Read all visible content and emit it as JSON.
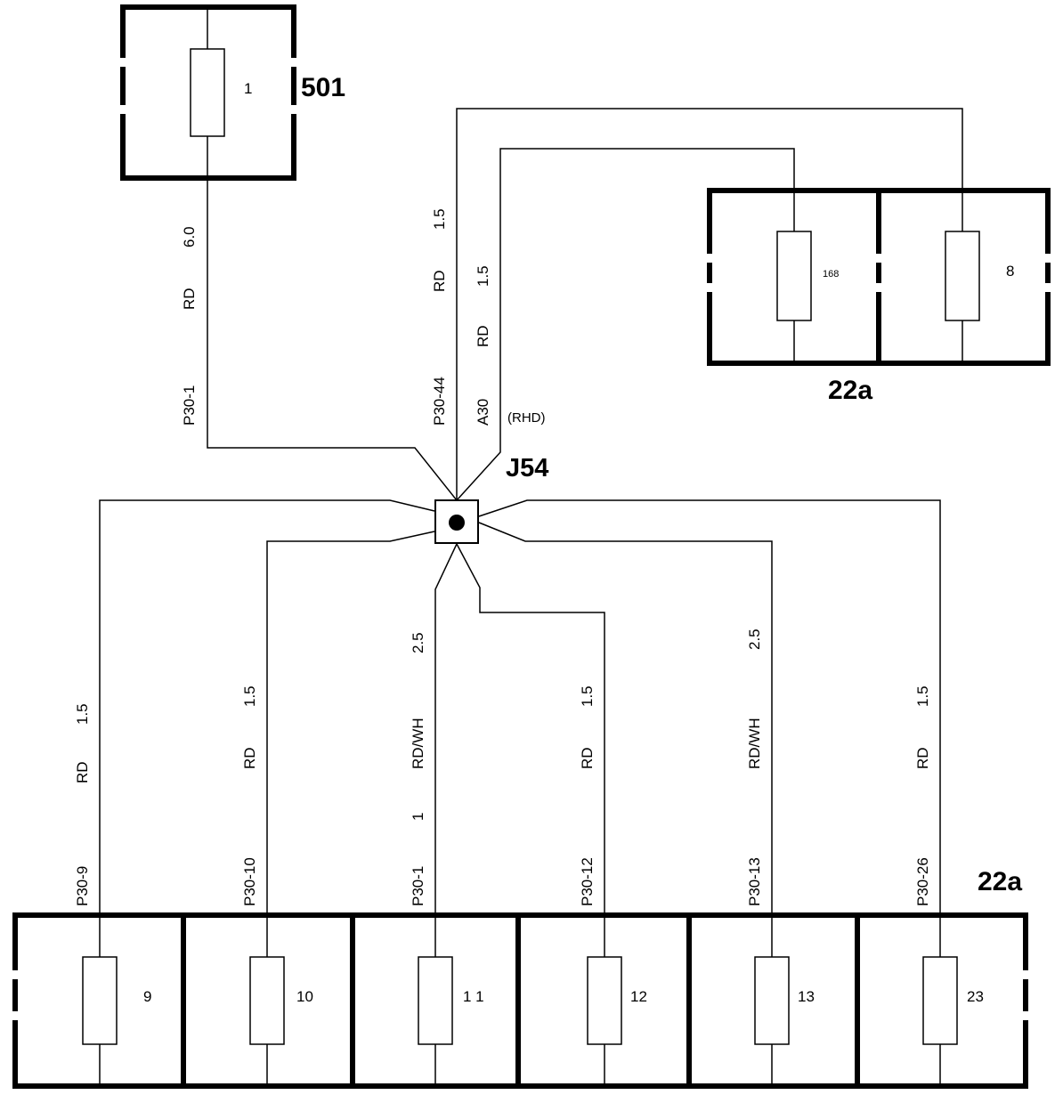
{
  "fuse_boxes": {
    "top_left": {
      "label": "501",
      "fuses": [
        "1"
      ]
    },
    "top_right": {
      "label": "22a",
      "fuses": [
        "168",
        "8"
      ]
    },
    "bottom": {
      "label": "22a",
      "fuses": [
        "9",
        "10",
        "1 1",
        "12",
        "13",
        "23"
      ]
    }
  },
  "splice": {
    "label": "J54"
  },
  "wires": {
    "w501": {
      "circuit": "P30-1",
      "color": "RD",
      "size": "6.0"
    },
    "w8": {
      "circuit": "P30-44",
      "color": "RD",
      "size": "1.5"
    },
    "w168": {
      "circuit": "A30",
      "color": "RD",
      "size": "1.5",
      "note": "(RHD)"
    },
    "w9": {
      "circuit": "P30-9",
      "color": "RD",
      "size": "1.5"
    },
    "w10": {
      "circuit": "P30-10",
      "color": "RD",
      "size": "1.5"
    },
    "w11": {
      "circuit": "P30-1",
      "extra": "1",
      "color": "RD/WH",
      "size": "2.5"
    },
    "w12": {
      "circuit": "P30-12",
      "color": "RD",
      "size": "1.5"
    },
    "w13": {
      "circuit": "P30-13",
      "color": "RD/WH",
      "size": "2.5"
    },
    "w23": {
      "circuit": "P30-26",
      "color": "RD",
      "size": "1.5"
    }
  }
}
